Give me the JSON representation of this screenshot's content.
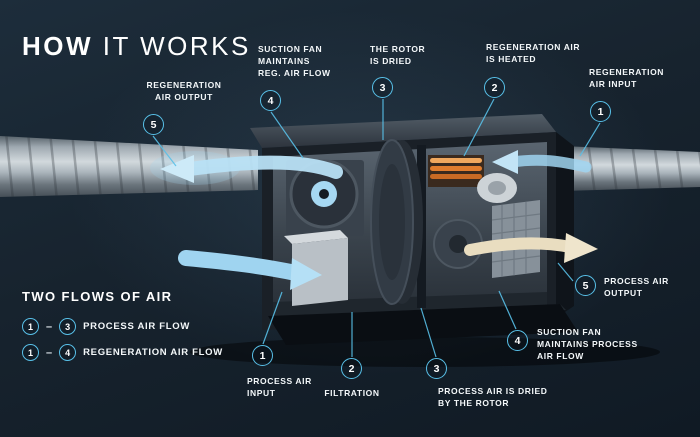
{
  "title": {
    "strong": "HOW",
    "rest": " IT WORKS"
  },
  "callouts": [
    {
      "num": "5",
      "label": "REGENERATION\nAIR OUTPUT"
    },
    {
      "num": "4",
      "label": "SUCTION FAN\nMAINTAINS\nREG. AIR FLOW"
    },
    {
      "num": "3",
      "label": "THE ROTOR\nIS DRIED"
    },
    {
      "num": "2",
      "label": "REGENERATION AIR\nIS HEATED"
    },
    {
      "num": "1",
      "label": "REGENERATION\nAIR INPUT"
    },
    {
      "num": "1",
      "label": "PROCESS AIR\nINPUT"
    },
    {
      "num": "2",
      "label": "FILTRATION"
    },
    {
      "num": "3",
      "label": "PROCESS AIR IS DRIED\nBY THE ROTOR"
    },
    {
      "num": "4",
      "label": "SUCTION FAN\nMAINTAINS PROCESS\nAIR FLOW"
    },
    {
      "num": "5",
      "label": "PROCESS AIR\nOUTPUT"
    }
  ],
  "legend": {
    "title": "TWO FLOWS OF AIR",
    "separator": "–",
    "rows": [
      {
        "from": "1",
        "to": "3",
        "label": "PROCESS AIR FLOW"
      },
      {
        "from": "1",
        "to": "4",
        "label": "REGENERATION AIR FLOW"
      }
    ]
  },
  "colors": {
    "background": "#17232e",
    "accent": "#58c0e8",
    "heater": "#e07d2e",
    "airflow_blue": "#a9d8f0",
    "process_output_tan": "#e9ddc0"
  }
}
